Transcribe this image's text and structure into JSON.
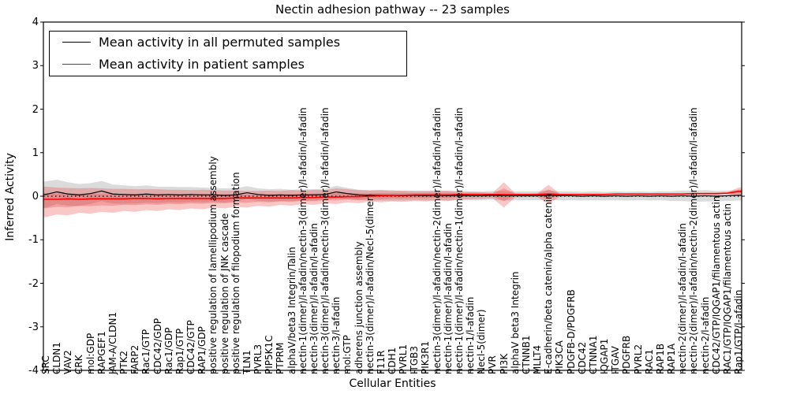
{
  "title": "Nectin adhesion pathway -- 23 samples",
  "axes": {
    "x_label": "Cellular Entities",
    "y_label": "Inferred Activity",
    "y_ticks": [
      4,
      3,
      2,
      1,
      0,
      -1,
      -2,
      -3,
      -4
    ]
  },
  "legend": {
    "entries": [
      {
        "label": "Mean activity in all permuted samples",
        "color": "#000000"
      },
      {
        "label": "Mean activity in patient samples",
        "color": "#ff0000"
      }
    ]
  },
  "colors": {
    "permuted_line": "#000000",
    "patient_line": "#ff0000",
    "permuted_band": "rgba(125,125,125,0.28)",
    "patient_band": "rgba(235,30,30,0.25)",
    "zero_line": "#000000"
  },
  "chart_data": {
    "type": "line",
    "title": "Nectin adhesion pathway -- 23 samples",
    "xlabel": "Cellular Entities",
    "ylabel": "Inferred Activity",
    "ylim": [
      -4,
      4
    ],
    "grid": false,
    "legend_position": "upper left",
    "inner_band_fraction": 0.5,
    "categories": [
      "SRC",
      "CLDN1",
      "VAV2",
      "CRK",
      "mol:GDP",
      "RAPGEF1",
      "JAM-A/CLDN1",
      "PTK2",
      "FARP2",
      "Rac1/GTP",
      "CDC42/GDP",
      "Rac1/GDP",
      "Rap1/GTP",
      "CDC42/GTP",
      "RAP1/GDP",
      "positive regulation of lamellipodium assembly",
      "positive regulation of JNK cascade",
      "positive regulation of filopodium formation",
      "TLN1",
      "PVRL3",
      "PIP5K1C",
      "PTPRM",
      "alphaV/beta3 Integrin/Talin",
      "nectin-1(dimer)/l-afadin/nectin-3(dimer)/l-afadin/l-afadin",
      "nectin-3(dimer)/l-afadin/l-afadin",
      "nectin-3(dimer)/l-afadin/nectin-3(dimer)/l-afadin/l-afadin",
      "nectin-3/l-afadin",
      "mol:GTP",
      "adherens junction assembly",
      "nectin-3(dimer)/l-afadin/Necl-5(dimer)",
      "F11R",
      "CDH1",
      "PVRL1",
      "ITGB3",
      "PIK3R1",
      "nectin-3(dimer)/l-afadin/nectin-2(dimer)/l-afadin/l-afadin",
      "nectin-1(dimer)/l-afadin/l-afadin",
      "nectin-1(dimer)/l-afadin/nectin-1(dimer)/l-afadin/l-afadin",
      "nectin-1/l-afadin",
      "Necl-5(dimer)",
      "PVR",
      "PI3K",
      "alphaV beta3 Integrin",
      "CTNNB1",
      "MLLT4",
      "E-cadherin/beta catenin/alpha catenin",
      "PIK3CA",
      "PDGFB-D/PDGFRB",
      "CDC42",
      "CTNNA1",
      "IQGAP1",
      "ITGAV",
      "PDGFRB",
      "PVRL2",
      "RAC1",
      "RAP1B",
      "RAP1A",
      "nectin-2(dimer)/l-afadin/l-afadin",
      "nectin-2(dimer)/l-afadin/nectin-2(dimer)/l-afadin/l-afadin",
      "nectin-2/l-afadin",
      "CDC42/GTP/IQGAP1/filamentous actin",
      "RAC1/GTP/IQGAP1/filamentous actin",
      "Rap1/GTP/l-afadin"
    ],
    "series": [
      {
        "name": "Mean activity in all permuted samples",
        "color": "#000000",
        "values": [
          0.04,
          0.1,
          0.05,
          0.03,
          0.06,
          0.12,
          0.05,
          0.04,
          0.03,
          0.05,
          0.03,
          0.04,
          0.03,
          0.04,
          0.03,
          0.03,
          0.02,
          0.03,
          0.08,
          0.04,
          0.02,
          0.03,
          0.02,
          0.03,
          0.03,
          0.04,
          0.1,
          0.06,
          0.03,
          0.02,
          0.02,
          0.02,
          0.01,
          0.02,
          0.01,
          0.02,
          0.01,
          0.02,
          0.01,
          0.01,
          0.02,
          0.01,
          0.01,
          0.01,
          0.01,
          0.02,
          0.01,
          0.01,
          0.0,
          0.01,
          0.0,
          0.01,
          0.0,
          0.01,
          0.0,
          0.01,
          0.0,
          0.01,
          0.0,
          0.01,
          0.0,
          0.01,
          0.02
        ],
        "band_halfwidth": [
          0.3,
          0.28,
          0.27,
          0.25,
          0.24,
          0.23,
          0.22,
          0.21,
          0.2,
          0.2,
          0.19,
          0.18,
          0.18,
          0.17,
          0.17,
          0.16,
          0.16,
          0.15,
          0.15,
          0.14,
          0.14,
          0.14,
          0.13,
          0.13,
          0.13,
          0.13,
          0.14,
          0.13,
          0.12,
          0.12,
          0.12,
          0.12,
          0.11,
          0.11,
          0.11,
          0.11,
          0.11,
          0.1,
          0.1,
          0.1,
          0.1,
          0.11,
          0.1,
          0.1,
          0.1,
          0.11,
          0.1,
          0.1,
          0.1,
          0.1,
          0.1,
          0.1,
          0.1,
          0.1,
          0.1,
          0.1,
          0.11,
          0.12,
          0.13,
          0.13,
          0.12,
          0.12,
          0.12
        ]
      },
      {
        "name": "Mean activity in patient samples",
        "color": "#ff0000",
        "values": [
          -0.07,
          -0.07,
          -0.06,
          -0.07,
          -0.06,
          -0.06,
          -0.06,
          -0.06,
          -0.05,
          -0.05,
          -0.06,
          -0.05,
          -0.05,
          -0.05,
          -0.05,
          -0.05,
          -0.05,
          -0.04,
          -0.04,
          -0.04,
          -0.04,
          -0.04,
          -0.04,
          -0.03,
          -0.03,
          -0.02,
          -0.02,
          -0.01,
          -0.01,
          0.0,
          0.01,
          0.02,
          0.02,
          0.03,
          0.03,
          0.03,
          0.03,
          0.04,
          0.04,
          0.04,
          0.04,
          0.04,
          0.04,
          0.04,
          0.04,
          0.05,
          0.04,
          0.04,
          0.04,
          0.04,
          0.04,
          0.05,
          0.05,
          0.05,
          0.05,
          0.05,
          0.05,
          0.05,
          0.06,
          0.06,
          0.06,
          0.07,
          0.11
        ],
        "band_upper": [
          0.22,
          0.2,
          0.19,
          0.18,
          0.19,
          0.18,
          0.17,
          0.17,
          0.16,
          0.16,
          0.16,
          0.15,
          0.15,
          0.14,
          0.15,
          0.14,
          0.13,
          0.13,
          0.12,
          0.12,
          0.13,
          0.12,
          0.14,
          0.13,
          0.15,
          0.14,
          0.18,
          0.16,
          0.14,
          0.13,
          0.14,
          0.12,
          0.13,
          0.11,
          0.12,
          0.12,
          0.13,
          0.1,
          0.1,
          0.09,
          0.08,
          0.32,
          0.07,
          0.06,
          0.07,
          0.26,
          0.06,
          0.06,
          0.06,
          0.06,
          0.06,
          0.07,
          0.07,
          0.07,
          0.07,
          0.07,
          0.07,
          0.07,
          0.08,
          0.08,
          0.08,
          0.09,
          0.2
        ],
        "band_lower": [
          -0.48,
          -0.42,
          -0.44,
          -0.38,
          -0.4,
          -0.36,
          -0.38,
          -0.34,
          -0.36,
          -0.32,
          -0.34,
          -0.3,
          -0.32,
          -0.28,
          -0.3,
          -0.26,
          -0.28,
          -0.24,
          -0.26,
          -0.22,
          -0.24,
          -0.2,
          -0.22,
          -0.18,
          -0.2,
          -0.16,
          -0.18,
          -0.14,
          -0.16,
          -0.12,
          -0.14,
          -0.12,
          -0.13,
          -0.11,
          -0.12,
          -0.1,
          -0.11,
          -0.08,
          -0.07,
          -0.06,
          -0.05,
          -0.26,
          -0.03,
          -0.02,
          -0.02,
          -0.18,
          -0.01,
          0.02,
          0.02,
          0.02,
          0.02,
          0.03,
          0.03,
          0.03,
          0.03,
          0.03,
          0.03,
          0.03,
          0.04,
          0.04,
          0.04,
          0.05,
          0.02
        ]
      }
    ],
    "zero_line": {
      "value": 0,
      "style": "dotted",
      "color": "#000000"
    }
  }
}
